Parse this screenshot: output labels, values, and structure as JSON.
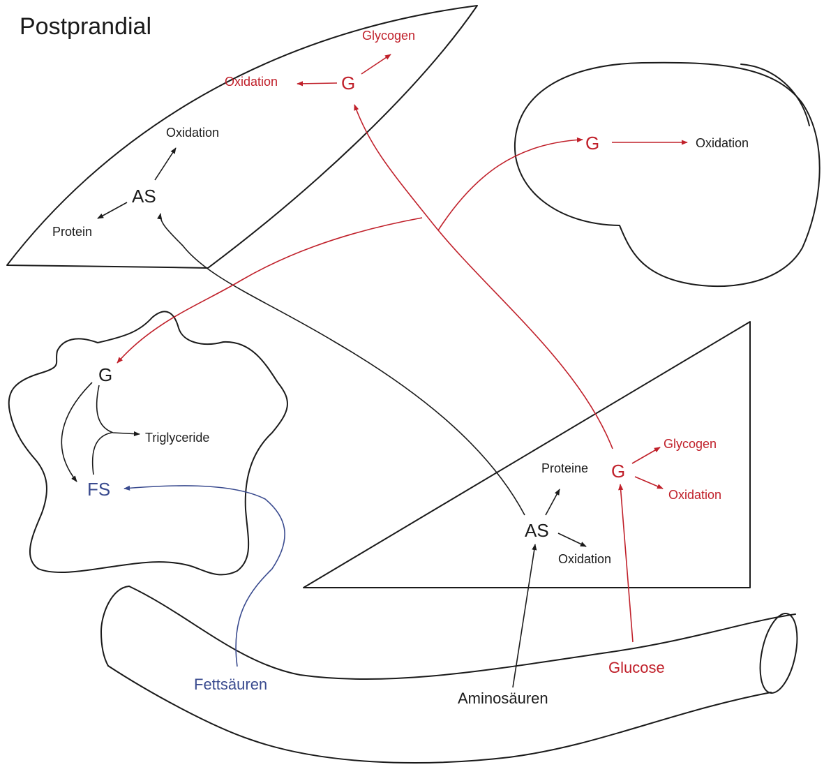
{
  "title": "Postprandial",
  "colors": {
    "black": "#1a1a1a",
    "red": "#c0202a",
    "blue": "#3a4b8f"
  },
  "liver": {
    "glycogen": "Glycogen",
    "oxidation_red": "Oxidation",
    "g": "G",
    "oxidation": "Oxidation",
    "as": "AS",
    "protein": "Protein"
  },
  "brain": {
    "g": "G",
    "oxidation": "Oxidation"
  },
  "adipose": {
    "g": "G",
    "triglyceride": "Triglyceride",
    "fs": "FS"
  },
  "muscle": {
    "proteine": "Proteine",
    "g": "G",
    "glycogen": "Glycogen",
    "oxidation_red": "Oxidation",
    "as": "AS",
    "oxidation": "Oxidation"
  },
  "intestine": {
    "fettsaeuren": "Fettsäuren",
    "aminosaeuren": "Aminosäuren",
    "glucose": "Glucose"
  }
}
